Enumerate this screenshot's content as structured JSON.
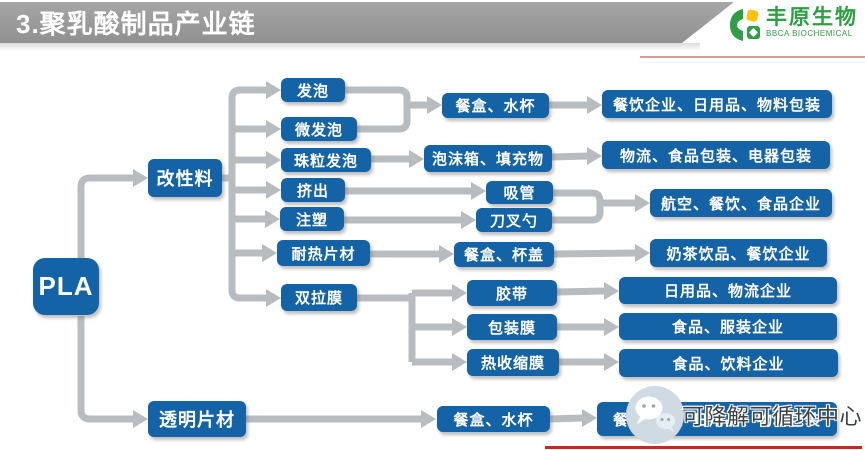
{
  "header": {
    "title": "3.聚乳酸制品产业链"
  },
  "logo": {
    "name": "丰原生物",
    "subtitle": "BBCA BIOCHEMICAL"
  },
  "watermark": {
    "text": "可降解可循环中心"
  },
  "colors": {
    "box_blue": "#1563a7",
    "connector_gray": "#b9bcbf",
    "title_bar_gray": "#9a9a9a",
    "logo_green": "#2f9e45",
    "logo_yellow": "#ffc20e",
    "bottom_line_red": "#c62828"
  },
  "nodes": {
    "pla": {
      "label": "PLA"
    },
    "modified_material": {
      "label": "改性料"
    },
    "transparent_sheet": {
      "label": "透明片材"
    },
    "foaming": {
      "label": "发泡"
    },
    "micro_foaming": {
      "label": "微发泡"
    },
    "bead_foaming": {
      "label": "珠粒发泡"
    },
    "extrusion": {
      "label": "挤出"
    },
    "injection_molding": {
      "label": "注塑"
    },
    "heat_resistant_sheet": {
      "label": "耐热片材"
    },
    "biaxial_film": {
      "label": "双拉膜"
    },
    "lunchbox_cup_1": {
      "label": "餐盒、水杯"
    },
    "foam_box_filler": {
      "label": "泡沫箱、填充物"
    },
    "straw": {
      "label": "吸管"
    },
    "cutlery": {
      "label": "刀叉勺"
    },
    "lunchbox_lid": {
      "label": "餐盒、杯盖"
    },
    "tape": {
      "label": "胶带"
    },
    "packaging_film": {
      "label": "包装膜"
    },
    "heat_shrink_film": {
      "label": "热收缩膜"
    },
    "lunchbox_cup_2": {
      "label": "餐盒、水杯"
    },
    "catering_daily_packaging": {
      "label": "餐饮企业、日用品、物料包装"
    },
    "logistics_food_electric": {
      "label": "物流、食品包装、电器包装"
    },
    "aviation_catering_food": {
      "label": "航空、餐饮、食品企业"
    },
    "milk_tea_catering": {
      "label": "奶茶饮品、餐饮企业"
    },
    "daily_logistics": {
      "label": "日用品、物流企业"
    },
    "food_apparel": {
      "label": "食品、服装企业"
    },
    "food_beverage": {
      "label": "食品、饮料企业"
    },
    "lunchbox_daily_packaging": {
      "label": "餐盒企业、日用品、物料包装"
    }
  },
  "edges": [
    {
      "from": "PLA",
      "to": "改性料"
    },
    {
      "from": "PLA",
      "to": "透明片材"
    },
    {
      "from": "改性料",
      "to": "发泡"
    },
    {
      "from": "改性料",
      "to": "微发泡"
    },
    {
      "from": "改性料",
      "to": "珠粒发泡"
    },
    {
      "from": "改性料",
      "to": "挤出"
    },
    {
      "from": "改性料",
      "to": "注塑"
    },
    {
      "from": "改性料",
      "to": "耐热片材"
    },
    {
      "from": "改性料",
      "to": "双拉膜"
    },
    {
      "from": "发泡",
      "to": "餐盒、水杯"
    },
    {
      "from": "微发泡",
      "to": "餐盒、水杯"
    },
    {
      "from": "珠粒发泡",
      "to": "泡沫箱、填充物"
    },
    {
      "from": "挤出",
      "to": "吸管"
    },
    {
      "from": "注塑",
      "to": "刀叉勺"
    },
    {
      "from": "耐热片材",
      "to": "餐盒、杯盖"
    },
    {
      "from": "双拉膜",
      "to": "胶带"
    },
    {
      "from": "双拉膜",
      "to": "包装膜"
    },
    {
      "from": "双拉膜",
      "to": "热收缩膜"
    },
    {
      "from": "餐盒、水杯",
      "to": "餐饮企业、日用品、物料包装"
    },
    {
      "from": "泡沫箱、填充物",
      "to": "物流、食品包装、电器包装"
    },
    {
      "from": "吸管",
      "to": "航空、餐饮、食品企业"
    },
    {
      "from": "刀叉勺",
      "to": "航空、餐饮、食品企业"
    },
    {
      "from": "餐盒、杯盖",
      "to": "奶茶饮品、餐饮企业"
    },
    {
      "from": "胶带",
      "to": "日用品、物流企业"
    },
    {
      "from": "包装膜",
      "to": "食品、服装企业"
    },
    {
      "from": "热收缩膜",
      "to": "食品、饮料企业"
    },
    {
      "from": "透明片材",
      "to": "餐盒、水杯"
    },
    {
      "from": "餐盒、水杯",
      "to": "餐盒企业、日用品、物料包装"
    }
  ]
}
